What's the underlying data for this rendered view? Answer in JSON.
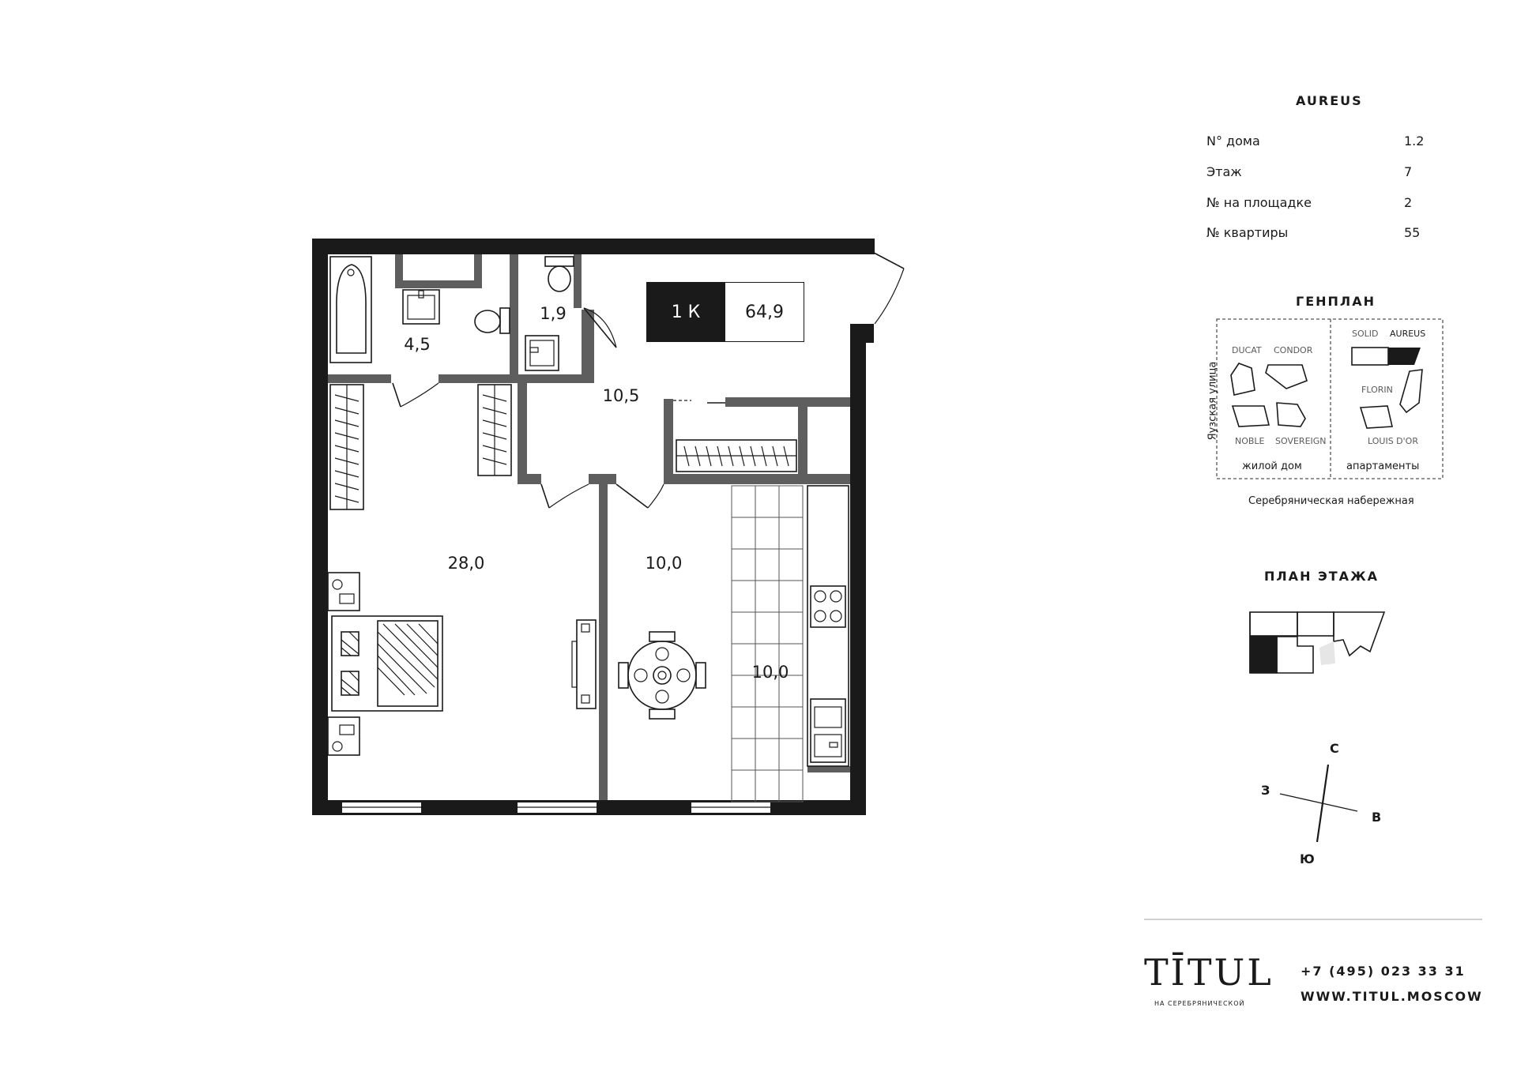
{
  "plan": {
    "rooms": [
      {
        "id": "bath",
        "area": "4,5"
      },
      {
        "id": "wc",
        "area": "1,9"
      },
      {
        "id": "hall",
        "area": "10,5"
      },
      {
        "id": "bedroom",
        "area": "28,0"
      },
      {
        "id": "dining",
        "area": "10,0"
      },
      {
        "id": "kitchen",
        "area": "10,0"
      }
    ],
    "apartment_type": "1 К",
    "apartment_area": "64,9"
  },
  "info": {
    "building_name": "AUREUS",
    "rows": [
      {
        "label": "N° дома",
        "value": "1.2"
      },
      {
        "label": "Этаж",
        "value": "7"
      },
      {
        "label": "№ на площадке",
        "value": "2"
      },
      {
        "label": "№ квартиры",
        "value": "55"
      }
    ]
  },
  "genplan": {
    "title": "ГЕНПЛАН",
    "street_side": "Яузская улица",
    "embankment": "Серебряническая набережная",
    "residential": {
      "caption": "жилой дом",
      "buildings": [
        "DUCAT",
        "CONDOR",
        "NOBLE",
        "SOVEREIGN"
      ]
    },
    "apartments": {
      "caption": "апартаменты",
      "buildings": [
        "SOLID",
        "AUREUS",
        "FLORIN",
        "LOUIS D'OR"
      ],
      "highlight": "AUREUS"
    }
  },
  "floor_plan": {
    "title": "ПЛАН ЭТАЖА"
  },
  "compass": {
    "north": "С",
    "south": "Ю",
    "east": "В",
    "west": "З"
  },
  "footer": {
    "logo": "TĪTUL",
    "logo_sub": "НА СЕРЕБРЯНИЧЕСКОЙ",
    "phone": "+7 (495) 023 33 31",
    "website": "WWW.TITUL.MOSCOW"
  },
  "colors": {
    "wall_outer": "#1a1a1a",
    "wall_inner": "#5e5e5e",
    "background": "#ffffff"
  }
}
